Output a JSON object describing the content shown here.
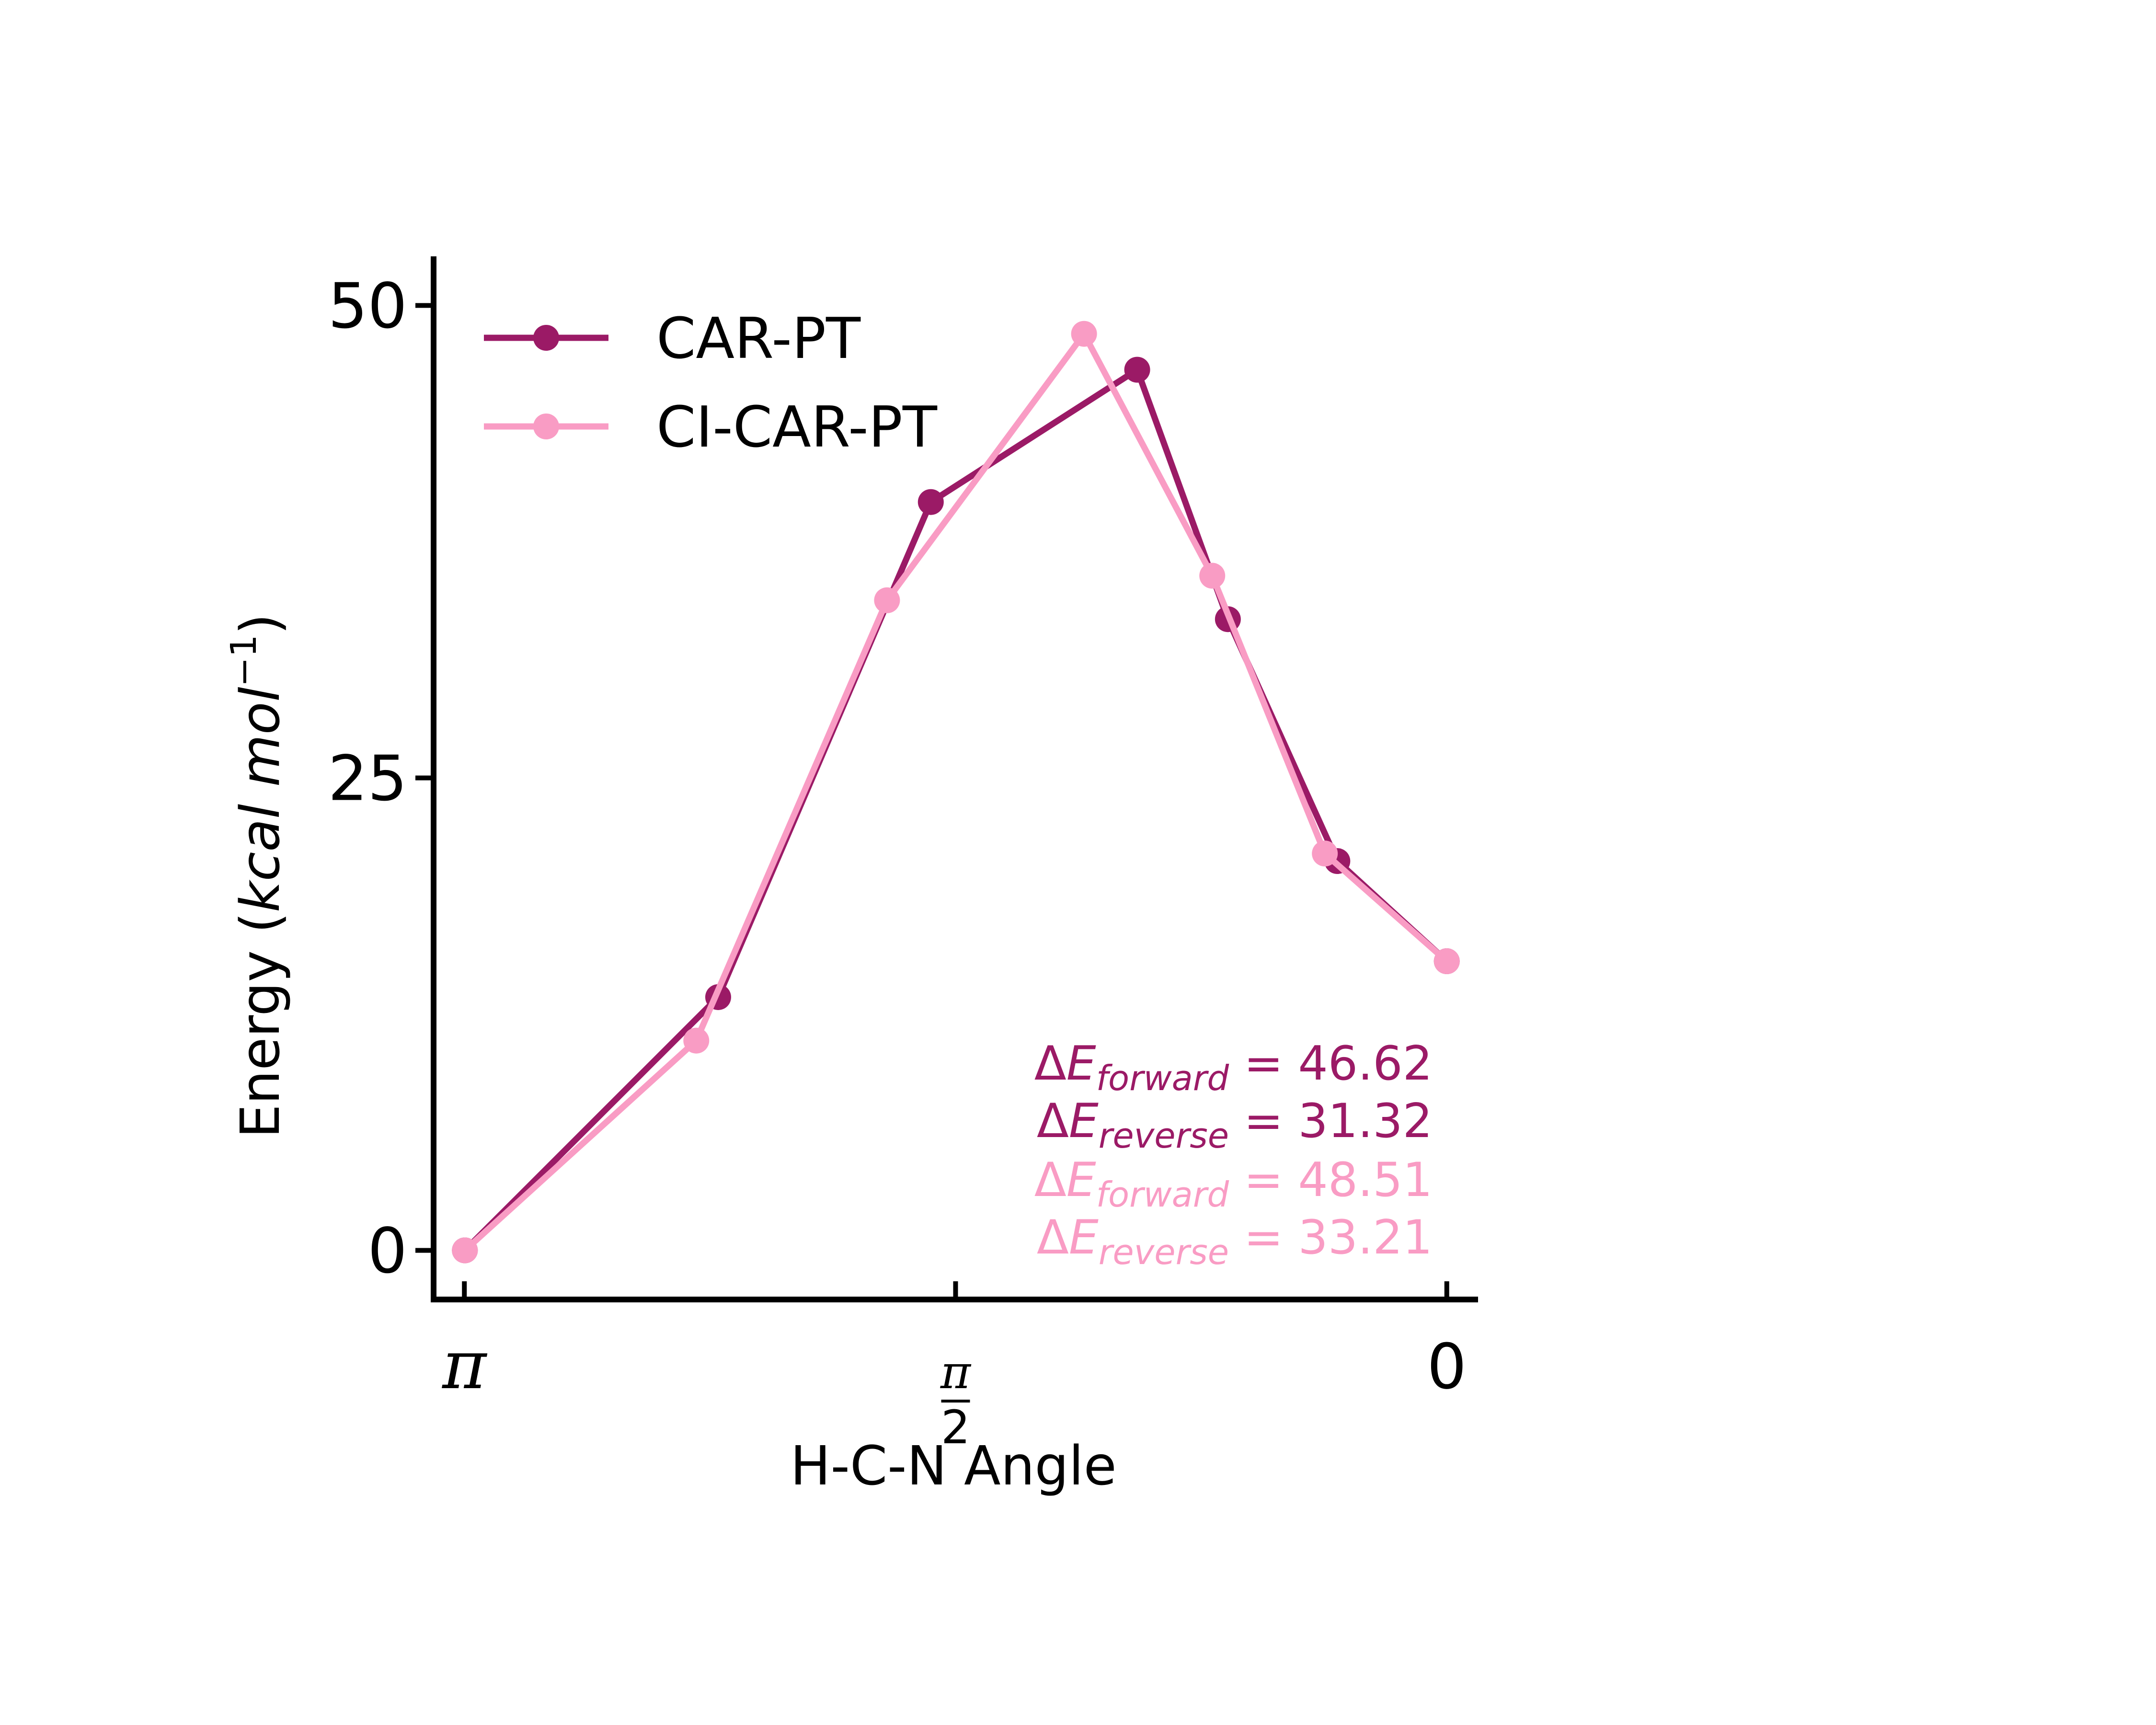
{
  "chart_data": {
    "type": "line",
    "xlabel": "H-C-N Angle",
    "ylabel_prefix": "Energy (",
    "ylabel_unit": "kcal mol",
    "ylabel_exp": "−1",
    "ylabel_suffix": ")",
    "xlim": [
      3.24,
      -0.1
    ],
    "ylim": [
      -2.6,
      52.6
    ],
    "yticks": [
      {
        "value": 0,
        "label": "0"
      },
      {
        "value": 25,
        "label": "25"
      },
      {
        "value": 50,
        "label": "50"
      }
    ],
    "xticks": [
      {
        "value": 3.14159,
        "label": "π"
      },
      {
        "value": 1.5708,
        "num": "π",
        "den": "2"
      },
      {
        "value": 0,
        "label": "0"
      }
    ],
    "legend_position": "top-left",
    "series": [
      {
        "name": "CAR-PT",
        "color": "#9b1a66",
        "x": [
          3.14,
          2.33,
          1.65,
          0.99,
          0.7,
          0.35,
          0.0
        ],
        "y": [
          0.0,
          13.4,
          39.6,
          46.6,
          33.4,
          20.6,
          15.3
        ]
      },
      {
        "name": "CI-CAR-PT",
        "color": "#f99cc4",
        "x": [
          3.14,
          2.4,
          1.79,
          1.16,
          0.75,
          0.39,
          0.0
        ],
        "y": [
          0.0,
          11.1,
          34.4,
          48.5,
          35.7,
          21.0,
          15.3
        ]
      }
    ],
    "annotations": [
      {
        "series": "CAR-PT",
        "label": "forward",
        "value": "= 46.62",
        "color": "#9b1a66"
      },
      {
        "series": "CAR-PT",
        "label": "reverse",
        "value": "= 31.32",
        "color": "#9b1a66"
      },
      {
        "series": "CI-CAR-PT",
        "label": "forward",
        "value": "= 48.51",
        "color": "#f99cc4"
      },
      {
        "series": "CI-CAR-PT",
        "label": "reverse",
        "value": "= 33.21",
        "color": "#f99cc4"
      }
    ]
  }
}
